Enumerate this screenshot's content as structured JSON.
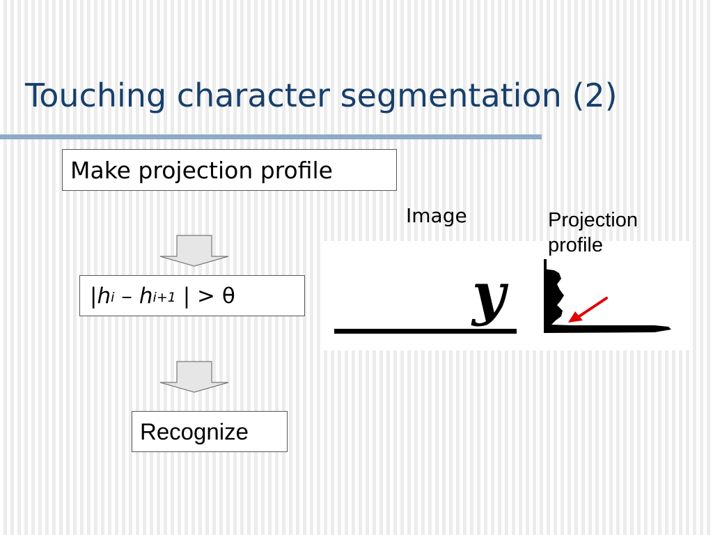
{
  "slide": {
    "title": "Touching character segmentation (2)"
  },
  "steps": {
    "projection_label": "Make projection profile",
    "condition": {
      "open_bar": "|",
      "h1": "h",
      "sub1": "i",
      "minus": "–",
      "h2": "h",
      "sub2": "i+1",
      "tail": " | > θ"
    },
    "recognize_label": "Recognize"
  },
  "figure": {
    "image_label": "Image",
    "profile_label_line1": "Projection",
    "profile_label_line2": "profile",
    "glyph": "y"
  },
  "colors": {
    "title": "#173f6b",
    "rule": "#8fa9c8",
    "pointer_arrow": "#e00000"
  }
}
